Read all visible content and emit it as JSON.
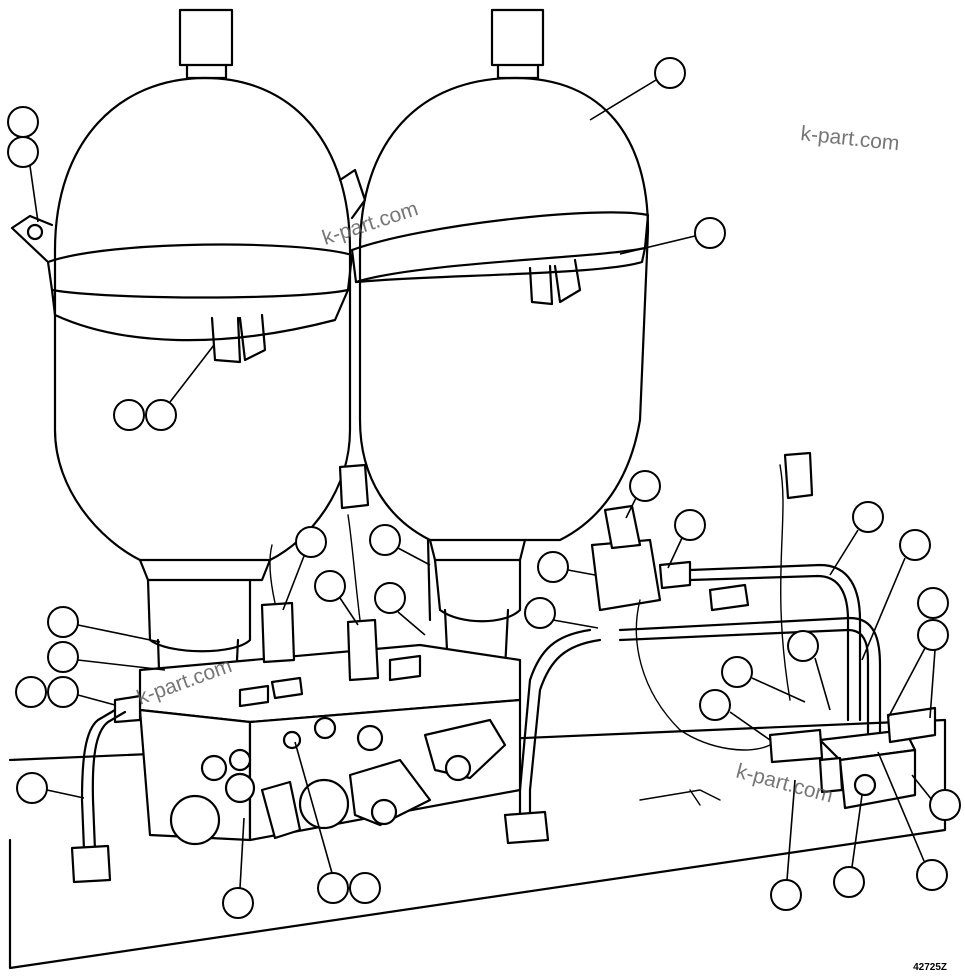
{
  "watermarks": [
    "k-part.com",
    "k-part.com",
    "k-part.com",
    "k-part.com"
  ],
  "drawing_code": "42725Z",
  "callout_count": 33,
  "colors": {
    "line": "#000000",
    "background": "#ffffff",
    "watermark": "#555555"
  }
}
